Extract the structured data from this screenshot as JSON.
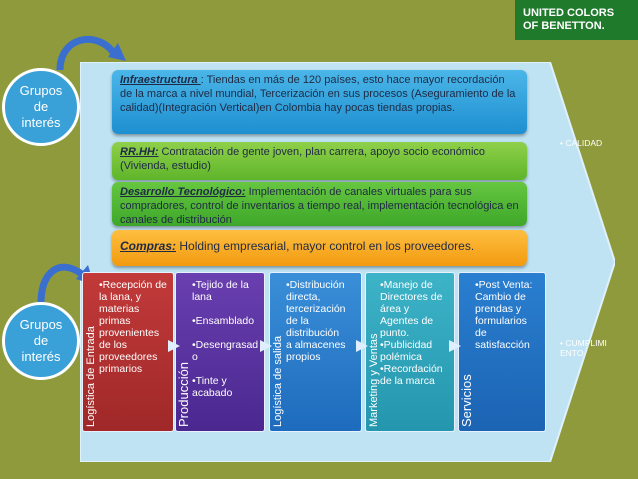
{
  "logo": {
    "line1": "UNITED COLORS",
    "line2": "OF BENETTON."
  },
  "bubbles": {
    "top": [
      "Grupos",
      "de",
      "interés"
    ],
    "bottom": [
      "Grupos",
      "de",
      "interés"
    ]
  },
  "bars": {
    "infra_title": "Infraestructura ",
    "infra_text": ": Tiendas en más de 120 países, esto hace mayor recordación de la marca a nivel mundial, Tercerización en sus procesos (Aseguramiento de la calidad)(Integración Vertical)en Colombia hay pocas tiendas propias.",
    "rrhh_title": "RR.HH:",
    "rrhh_text": " Contratación de gente joven, plan carrera, apoyo socio económico (Vivienda, estudio)",
    "tec_title": "Desarrollo Tecnológico:",
    "tec_text": " Implementación de canales virtuales para sus compradores, control de inventarios a tiempo real, implementación tecnológica en canales de distribución",
    "comp_title": "Compras:",
    "comp_text": " Holding empresarial, mayor control en los proveedores."
  },
  "columns": [
    {
      "title": "Logística de Entrada",
      "text": "•Recepción de\n la lana, y\n materias\n primas\n provenientes\n de los\n proveedores\n primarios"
    },
    {
      "title": "Producción",
      "text": "•Tejido de la\n lana\n\n•Ensamblado\n\n•Desengrasad\n o\n\n•Tinte y\n acabado"
    },
    {
      "title": "Logística de salida",
      "text": "•Distribución\n directa,\n tercerización\n de la\n distribución\n a almacenes\n propios"
    },
    {
      "title": "Marketing y Ventas",
      "text": "•Manejo de\n Directores de\n área y\n Agentes de\n punto.\n•Publicidad\n polémica\n•Recordación\n de la marca"
    },
    {
      "title": "Servicios",
      "text": "•Post Venta:\n Cambio de\n prendas y\n formularios\n de\n satisfacción"
    }
  ],
  "side": {
    "calidad": "• CALIDAD",
    "cumplimiento": "• CUMPLIMI\n  ENTO"
  },
  "colors": {
    "background": "#8f9a3c",
    "logo": "#1f7a2c",
    "arrow": "#bfe3f3"
  }
}
